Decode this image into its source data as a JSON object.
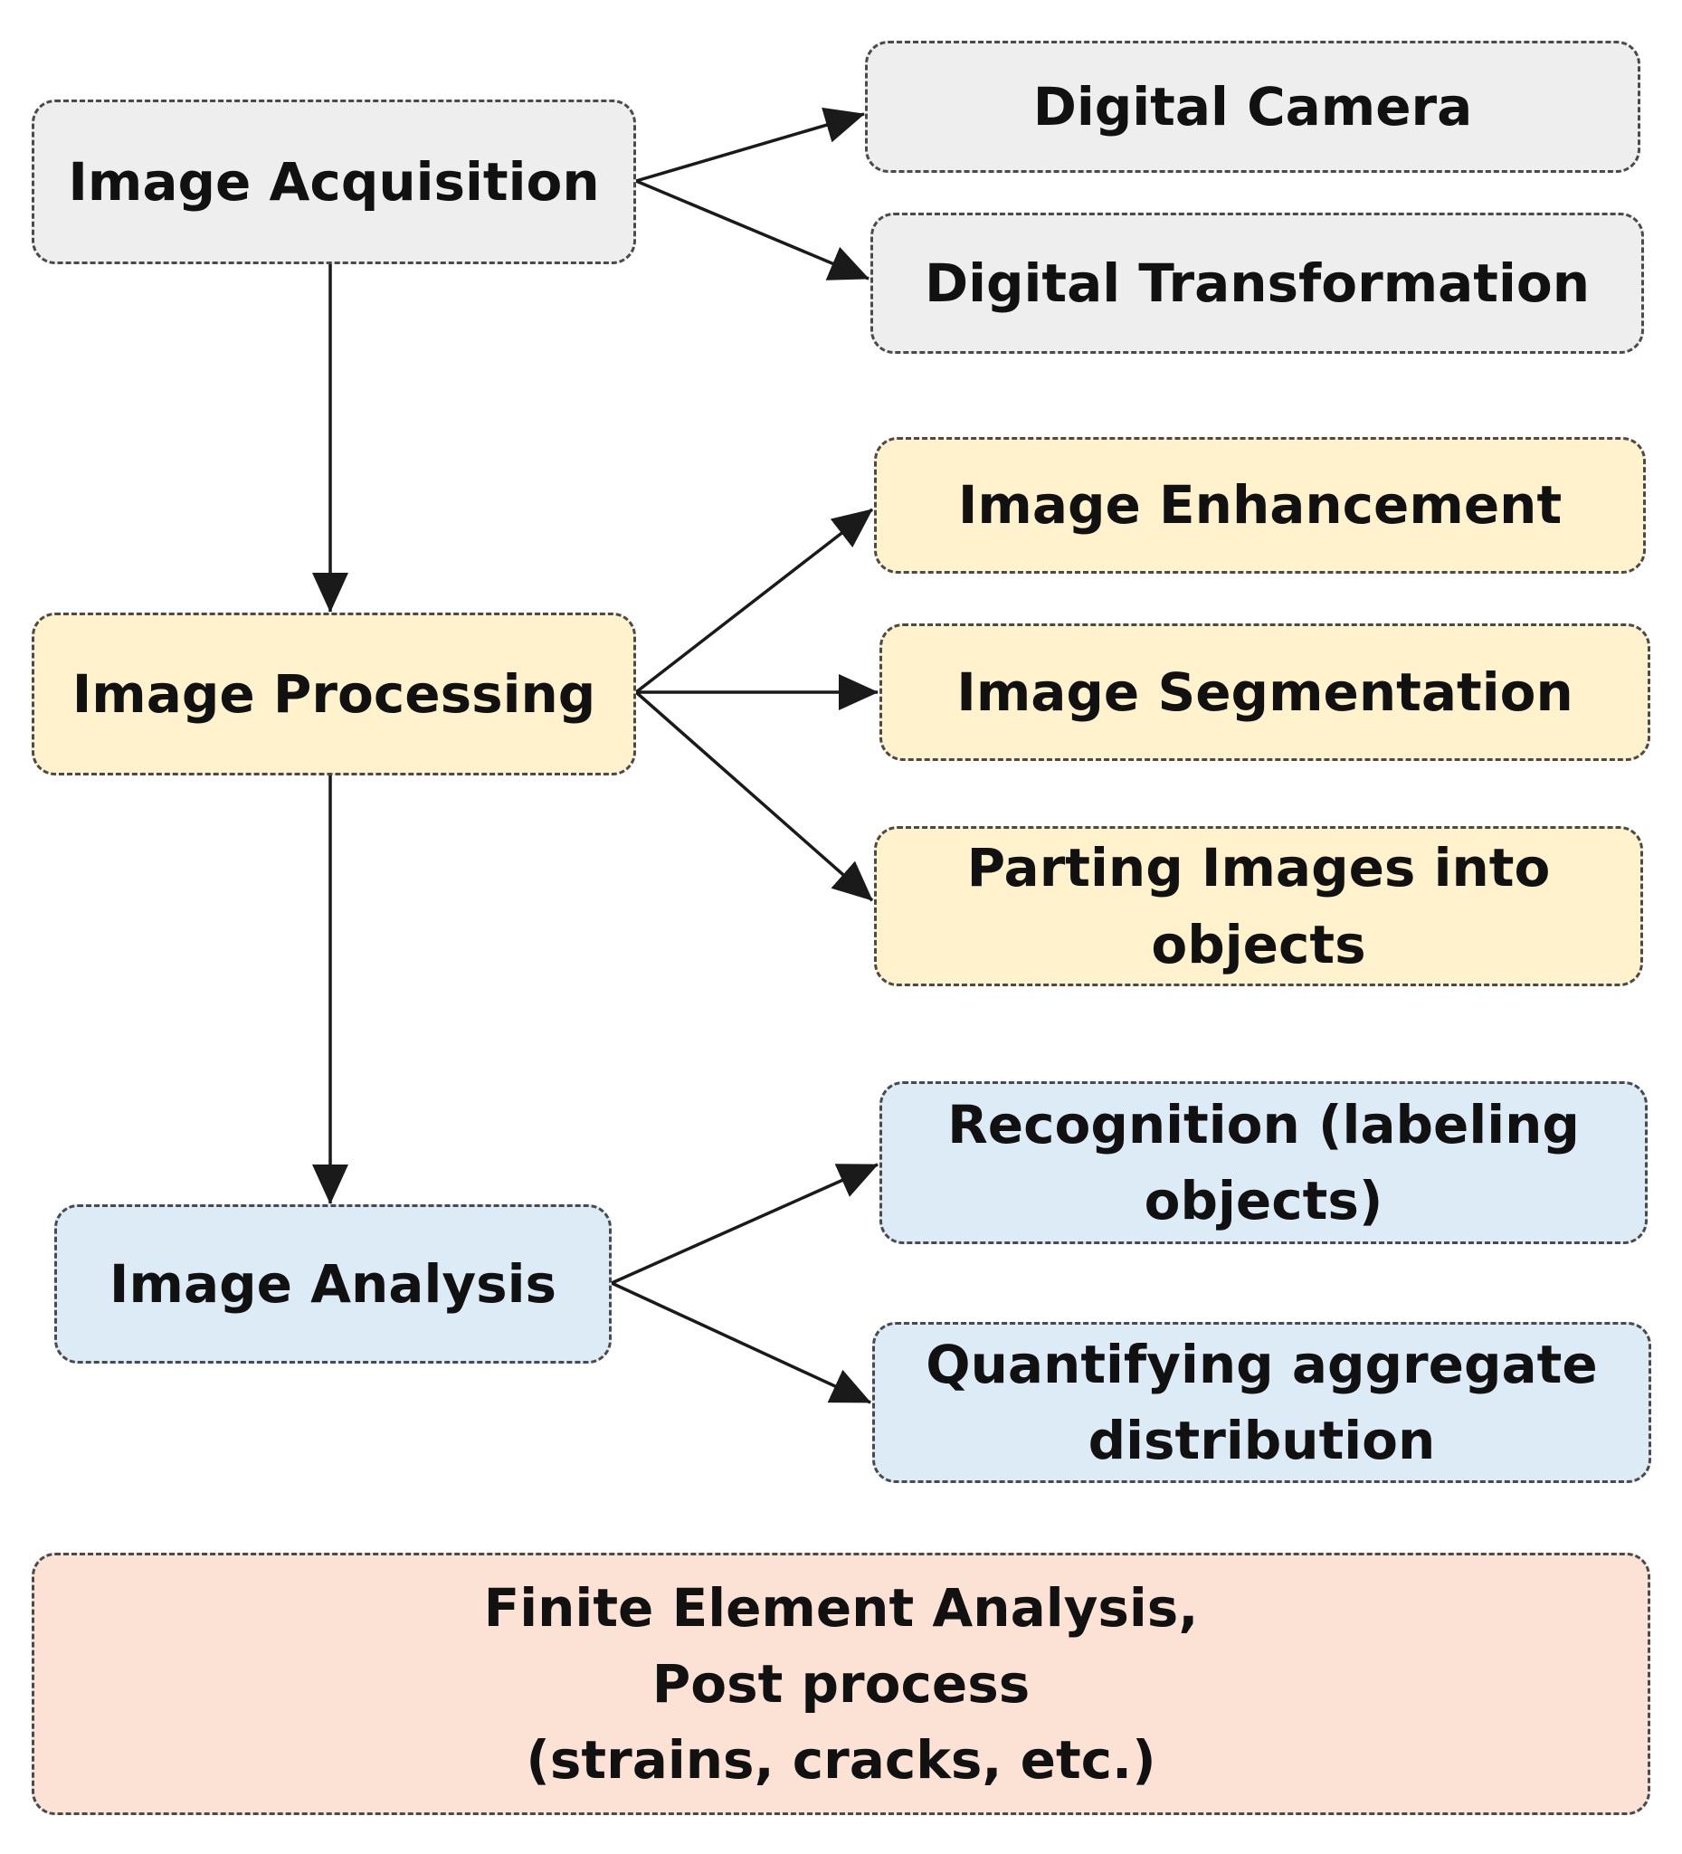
{
  "diagram": {
    "colors": {
      "acquisition": "#eeeeee",
      "processing": "#fff2cd",
      "analysis": "#ddebf7",
      "final": "#fbe2d5",
      "stroke": "#1a1a1a"
    },
    "nodes": {
      "image_acquisition": "Image Acquisition",
      "digital_camera": "Digital Camera",
      "digital_transformation": "Digital Transformation",
      "image_processing": "Image Processing",
      "image_enhancement": "Image Enhancement",
      "image_segmentation": "Image Segmentation",
      "parting_images": [
        "Parting Images into",
        "objects"
      ],
      "image_analysis": "Image Analysis",
      "recognition": [
        "Recognition (labeling",
        "objects)"
      ],
      "quantifying": [
        "Quantifying aggregate",
        "distribution"
      ],
      "fea": [
        "Finite Element Analysis,",
        "Post process",
        "(strains, cracks, etc.)"
      ]
    },
    "edges": [
      {
        "from": "image_acquisition",
        "to": "digital_camera"
      },
      {
        "from": "image_acquisition",
        "to": "digital_transformation"
      },
      {
        "from": "image_acquisition",
        "to": "image_processing"
      },
      {
        "from": "image_processing",
        "to": "image_enhancement"
      },
      {
        "from": "image_processing",
        "to": "image_segmentation"
      },
      {
        "from": "image_processing",
        "to": "parting_images"
      },
      {
        "from": "image_processing",
        "to": "image_analysis"
      },
      {
        "from": "image_analysis",
        "to": "recognition"
      },
      {
        "from": "image_analysis",
        "to": "quantifying"
      }
    ]
  }
}
